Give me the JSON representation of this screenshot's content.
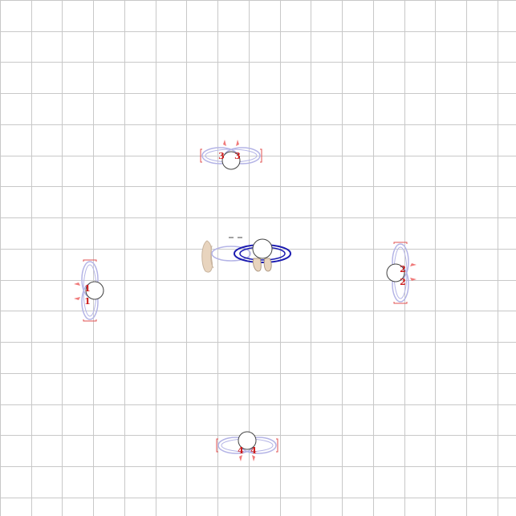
{
  "grid": {
    "color": "#c8c8c8",
    "background": "#ffffff"
  },
  "colors": {
    "ring_light": "#b4b4e6",
    "ring_dark": "#1a1ab0",
    "bracket": "#e05050",
    "arrow": "#f07a7a",
    "label": "#cc1a1a",
    "skin": "#e8d4be"
  },
  "center_figure": {
    "icon": "person-top-down-center",
    "label": ""
  },
  "figures": [
    {
      "id": "1",
      "labels": [
        "1",
        "1"
      ],
      "icon": "person-top-down-icon"
    },
    {
      "id": "2",
      "labels": [
        "2",
        "2"
      ],
      "icon": "person-top-down-icon"
    },
    {
      "id": "3",
      "labels": [
        "3",
        "3"
      ],
      "icon": "person-top-down-icon"
    },
    {
      "id": "4",
      "labels": [
        "4",
        "4"
      ],
      "icon": "person-top-down-icon"
    }
  ]
}
